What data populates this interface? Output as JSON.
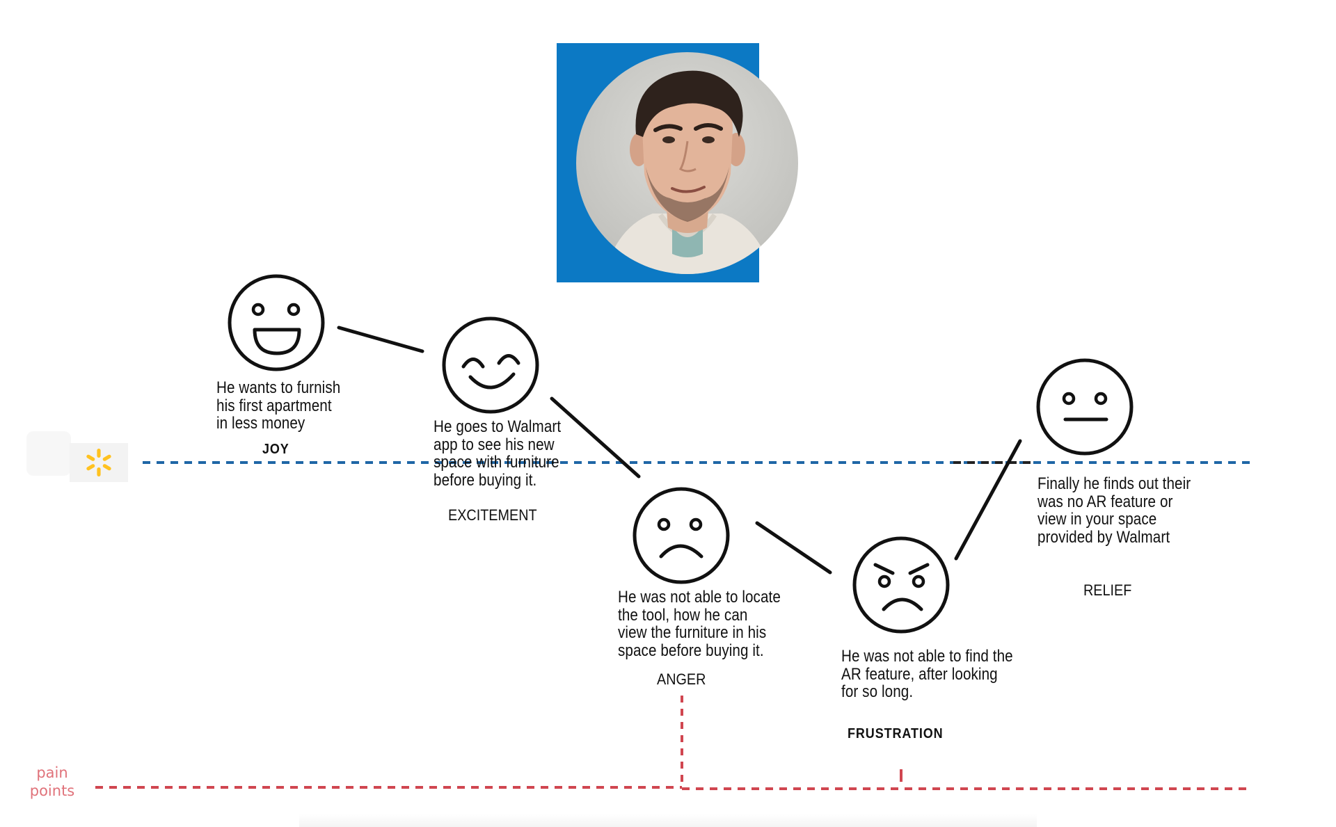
{
  "stages": [
    {
      "emotion": "JOY",
      "description": "He  wants to furnish\nhis first apartment\nin less money"
    },
    {
      "emotion": "EXCITEMENT",
      "description": "He goes to Walmart\napp to see his new\nspace with furniture\nbefore buying it."
    },
    {
      "emotion": "ANGER",
      "description": "He was not able to locate\nthe tool, how he can\nview the furniture in his\nspace before buying it."
    },
    {
      "emotion": "FRUSTRATION",
      "description": "He was not able to find the\nAR feature, after looking\nfor so long."
    },
    {
      "emotion": "RELIEF",
      "description": "Finally he finds out their\nwas no AR feature or\nview in your space\nprovided by Walmart"
    }
  ],
  "pain_points_label": "pain\npoints",
  "icons": {
    "brand": "walmart-spark-icon",
    "faces": [
      "joy-face-icon",
      "excitement-face-icon",
      "anger-face-icon",
      "frustration-face-icon",
      "relief-face-icon"
    ],
    "persona": "persona-avatar"
  },
  "colors": {
    "persona_background": "#0c79c4",
    "walmart_line": "#1f66a6",
    "pain_line": "#d04650",
    "pain_label": "#e0727a",
    "walmart_spark": "#ffc220",
    "ink": "#111111"
  }
}
